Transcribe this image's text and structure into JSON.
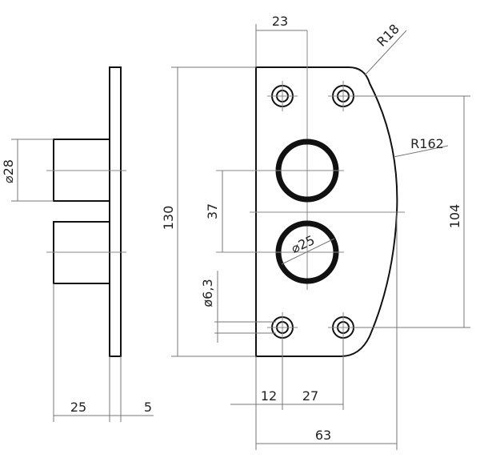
{
  "colors": {
    "line": "#111111",
    "dimension": "#777777",
    "text": "#222222",
    "background": "#ffffff"
  },
  "dimensions": {
    "side_diameter": "⌀28",
    "side_length": "25",
    "plate_thickness": "5",
    "top_width": "23",
    "corner_radius": "R18",
    "edge_radius": "R162",
    "total_height": "130",
    "hole_spacing": "37",
    "screw_spacing": "104",
    "hole_diameter": "⌀25",
    "screw_diameter": "ø6,3",
    "screw_offset": "12",
    "screw_pitch": "27",
    "total_width": "63"
  }
}
